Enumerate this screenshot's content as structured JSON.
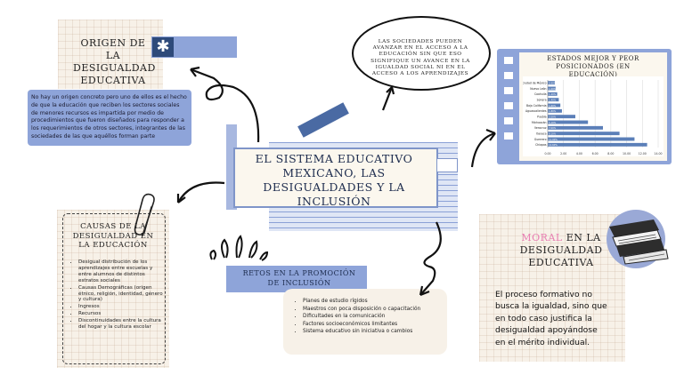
{
  "origin": {
    "title": "ORIGEN DE LA DESIGUALDAD EDUCATIVA",
    "text": "No hay un origen concreto pero uno de ellos es el hecho de que la educación que reciben los sectores sociales de menores recursos es impartida por medio de procedimientos que fueron diseñados para responder a los requerimientos de otros sectores, integrantes de las sociedades de las que aquéllos forman parte"
  },
  "quote": {
    "text": "LAS SOCIEDADES PUEDEN AVANZAR EN EL ACCESO A LA EDUCACIÓN SIN QUE ESO SIGNIFIQUE UN AVANCE EN LA IGUALDAD SOCIAL NI EN EL ACCESO A LOS APRENDIZAJES"
  },
  "central": {
    "title": "EL SISTEMA EDUCATIVO MEXICANO, LAS DESIGUALDADES Y LA INCLUSIÓN"
  },
  "causes": {
    "title": "CAUSAS DE LA DESIGUALDAD EN LA EDUCACIÓN",
    "items": [
      "Desigual distribución de los aprendizajes entre escuelas y entre alumnos de distintos estratos sociales",
      "Causas Demográficas (origen étnico, religión, identidad, género y cultura)",
      "Ingresos",
      "Recursos",
      "Discontinuidades entre la cultura del hogar y la cultura escolar"
    ]
  },
  "challenges": {
    "title": "RETOS EN LA PROMOCIÓN DE INCLUSIÓN",
    "items": [
      "Planes de estudio rígidos",
      "Maestros con poca disposición o capacitación",
      "Dificultades en la comunicación",
      "Factores socioeconómicos limitantes",
      "Sistema educativo sin iniciativa o cambios"
    ]
  },
  "moral": {
    "title_highlight": "MORAL",
    "title_rest_1": "EN LA",
    "title_rest_2": "DESIGUALDAD EDUCATIVA",
    "text": "El proceso formativo no busca la igualdad, sino que en todo caso justifica la desigualdad apoyándose en el mérito individual.",
    "highlight_color": "#e87fb3"
  },
  "chart_panel": {
    "title": "ESTADOS MEJOR Y PEOR POSICIONADOS (EN EDUCACIÓN)"
  },
  "chart_data": {
    "type": "bar",
    "orientation": "horizontal",
    "categories": [
      "Ciudad de México",
      "Nuevo León",
      "Coahuila",
      "Sonora",
      "Baja California",
      "Aguascalientes",
      "Puebla",
      "Michoacán",
      "Veracruz",
      "Oaxaca",
      "Guerrero",
      "Chiapas"
    ],
    "values": [
      0.9,
      1.0,
      1.2,
      1.4,
      1.6,
      1.8,
      3.5,
      5.1,
      7.0,
      9.1,
      11.0,
      12.6
    ],
    "value_labels": [
      "0.90%",
      "1.00%",
      "1.20%",
      "1.40%",
      "1.60%",
      "1.80%",
      "3.50%",
      "5.10%",
      "7.00%",
      "9.10%",
      "11.00%",
      "12.60%"
    ],
    "xlim": [
      0,
      14
    ],
    "xticks": [
      "0.00",
      "2.00",
      "4.00",
      "6.00",
      "8.00",
      "10.00",
      "12.00",
      "14.00"
    ],
    "xtick_values": [
      0,
      2,
      4,
      6,
      8,
      10,
      12,
      14
    ],
    "bar_color": "#5b7fb8",
    "grid": true
  },
  "colors": {
    "accent_blue": "#8ea4d9",
    "dark_blue": "#2e4a7a",
    "paper": "#f7f1e8"
  }
}
